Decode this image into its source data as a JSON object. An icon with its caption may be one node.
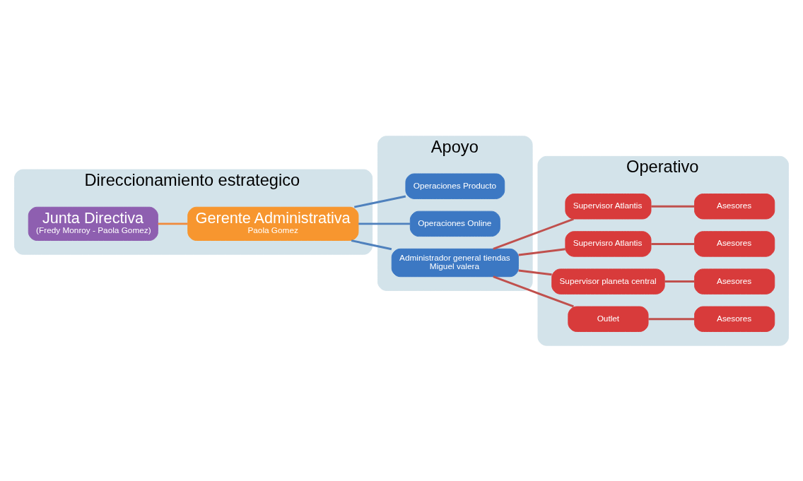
{
  "diagram": {
    "nodes": [
      {
        "text": [
          "Direccionamiento estrategico"
        ]
      },
      {
        "text": [
          "Junta Directiva",
          "(Fredy Monroy - Paola Gomez)"
        ],
        "in": 0
      },
      {
        "text": [
          "Gerente Administrativa",
          "Paola Gomez"
        ],
        "in": 0
      },
      {
        "text": [
          "Apoyo"
        ]
      },
      {
        "text": [
          "Operaciones Producto"
        ],
        "in": 3
      },
      {
        "text": [
          "Operaciones Online"
        ],
        "in": 3
      },
      {
        "text": [
          "Administrador general tiendas",
          "Miguel valera"
        ],
        "in": 3
      },
      {
        "text": [
          "Operativo"
        ]
      },
      {
        "text": [
          "Supervisor Atlantis"
        ],
        "in": 7
      },
      {
        "text": [
          "Asesores"
        ],
        "in": 7
      },
      {
        "text": [
          "Supervisro Atlantis"
        ],
        "in": 7
      },
      {
        "text": [
          "Asesores"
        ],
        "in": 7
      },
      {
        "text": [
          "Supervisor planeta central"
        ],
        "in": 7
      },
      {
        "text": [
          "Asesores"
        ],
        "in": 7
      },
      {
        "text": [
          "Outlet"
        ],
        "in": 7
      },
      {
        "text": [
          "Asesores"
        ],
        "in": 7
      }
    ],
    "edges": [
      {
        "from": 1,
        "to": 2,
        "arrow": "none",
        "color": "#f08a3c"
      },
      {
        "from": 2,
        "to": 4,
        "arrow": "none",
        "color": "#4f81bd"
      },
      {
        "from": 2,
        "to": 5,
        "arrow": "none",
        "color": "#4f81bd"
      },
      {
        "from": 2,
        "to": 6,
        "arrow": "none",
        "color": "#4f81bd"
      },
      {
        "from": 6,
        "to": 8,
        "arrow": "none"
      },
      {
        "from": 6,
        "to": 10,
        "arrow": "none"
      },
      {
        "from": 6,
        "to": 12,
        "arrow": "none"
      },
      {
        "from": 6,
        "to": 14,
        "arrow": "none"
      },
      {
        "from": 8,
        "to": 9,
        "arrow": "none"
      },
      {
        "from": 10,
        "to": 11,
        "arrow": "none"
      },
      {
        "from": 12,
        "to": 13,
        "arrow": "none"
      },
      {
        "from": 14,
        "to": 15,
        "arrow": "none"
      }
    ]
  }
}
